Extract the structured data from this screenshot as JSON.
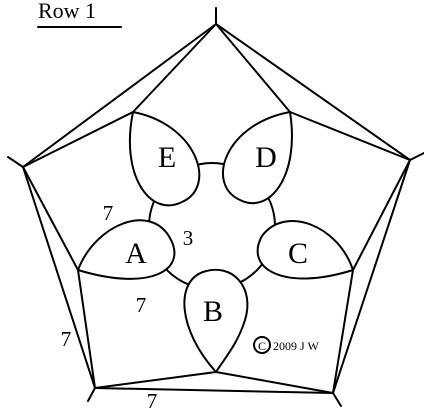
{
  "title": "Row 1",
  "petals": [
    "A",
    "B",
    "C",
    "D",
    "E"
  ],
  "labels": {
    "ring": "3",
    "edge_upper_left": "7",
    "edge_inner_lower": "7",
    "edge_outer_left": "7",
    "edge_bottom": "7"
  },
  "copyright": {
    "symbol": "C",
    "text": "2009 J W"
  },
  "colors": {
    "line": "#000000",
    "background": "#ffffff"
  }
}
